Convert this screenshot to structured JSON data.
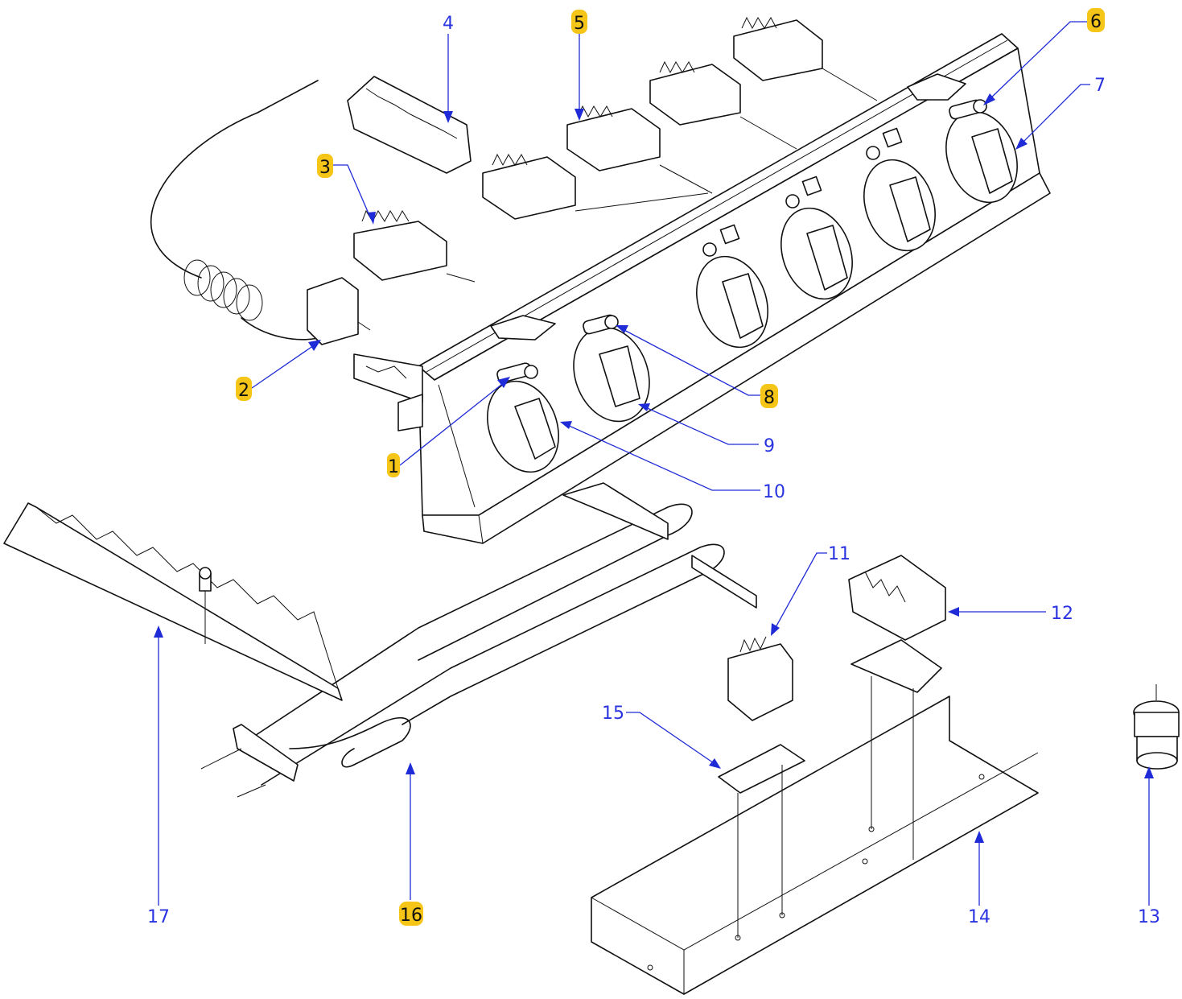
{
  "callouts": [
    {
      "id": "1",
      "label": "1",
      "highlight": true
    },
    {
      "id": "2",
      "label": "2",
      "highlight": true
    },
    {
      "id": "3",
      "label": "3",
      "highlight": true
    },
    {
      "id": "4",
      "label": "4",
      "highlight": false
    },
    {
      "id": "5",
      "label": "5",
      "highlight": true
    },
    {
      "id": "6",
      "label": "6",
      "highlight": true
    },
    {
      "id": "7",
      "label": "7",
      "highlight": false
    },
    {
      "id": "8",
      "label": "8",
      "highlight": true
    },
    {
      "id": "9",
      "label": "9",
      "highlight": false
    },
    {
      "id": "10",
      "label": "10",
      "highlight": false
    },
    {
      "id": "11",
      "label": "11",
      "highlight": false
    },
    {
      "id": "12",
      "label": "12",
      "highlight": false
    },
    {
      "id": "13",
      "label": "13",
      "highlight": false
    },
    {
      "id": "14",
      "label": "14",
      "highlight": false
    },
    {
      "id": "15",
      "label": "15",
      "highlight": false
    },
    {
      "id": "16",
      "label": "16",
      "highlight": true
    },
    {
      "id": "17",
      "label": "17",
      "highlight": false
    }
  ],
  "colors": {
    "callout_text": "#2a33e0",
    "leader_line": "#1f2bd6",
    "highlight": "#f5c518",
    "drawing_line": "#111111"
  }
}
